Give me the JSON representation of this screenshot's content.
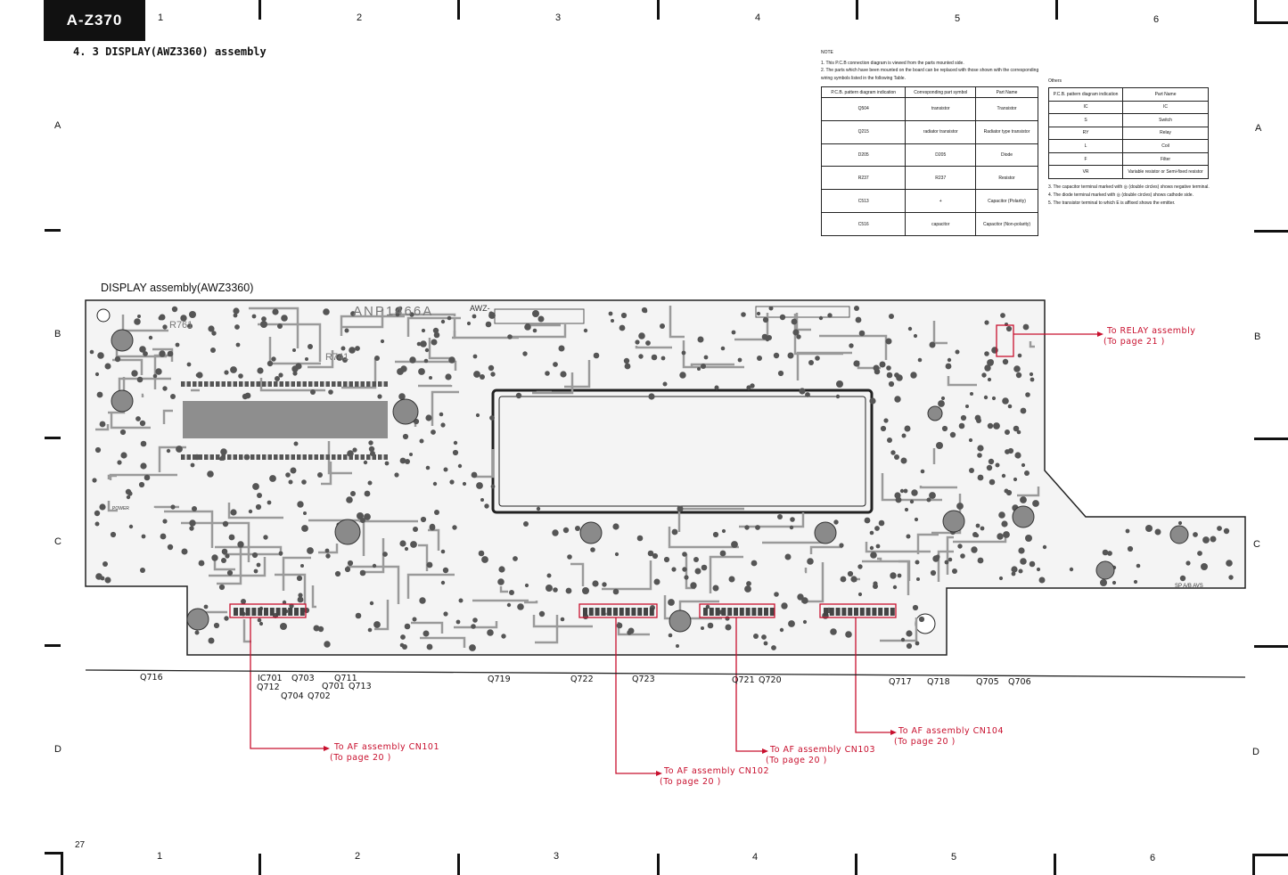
{
  "header": {
    "model": "A-Z370",
    "section_title": "4. 3  DISPLAY(AWZ3360) assembly"
  },
  "grid": {
    "columns": [
      "1",
      "2",
      "3",
      "4",
      "5",
      "6"
    ],
    "rows_left": [
      "A",
      "B",
      "C",
      "D"
    ],
    "rows_right": [
      "A",
      "B",
      "C",
      "D"
    ]
  },
  "note": {
    "heading": "NOTE",
    "items": [
      "1.  This P.C.B connection diagram is viewed from the parts mounted side.",
      "2.  The parts which have been mounted on the board can be replaced with those shown with the corresponding wiring symbols listed in the following Table."
    ],
    "table": {
      "headers": [
        "P.C.B. pattern diagram indication",
        "Corresponding part symbol",
        "Part Name"
      ],
      "rows": [
        {
          "indication": "Q504",
          "symbol": "transistor",
          "part": "Transistor"
        },
        {
          "indication": "Q215",
          "symbol": "radiator transistor",
          "part": "Radiator type transistor"
        },
        {
          "indication": "D205",
          "symbol": "D205",
          "part": "Diode"
        },
        {
          "indication": "R237",
          "symbol": "R237",
          "part": "Resistor"
        },
        {
          "indication": "C513",
          "symbol": "+",
          "part": "Capacitor (Polarity)"
        },
        {
          "indication": "C516",
          "symbol": "capacitor",
          "part": "Capacitor (Non-polarity)"
        }
      ]
    }
  },
  "others": {
    "heading": "Others",
    "headers": [
      "P.C.B. pattern diagram indication",
      "Part Name"
    ],
    "rows": [
      [
        "IC",
        "IC"
      ],
      [
        "S",
        "Switch"
      ],
      [
        "RY",
        "Relay"
      ],
      [
        "L",
        "Coil"
      ],
      [
        "F",
        "Filter"
      ],
      [
        "VR",
        "Variable resistor or Semi-fixed resistor"
      ]
    ],
    "notes": [
      "3.  The capacitor terminal marked with ◎ (double circles) shows negative terminal.",
      "4.  The diode terminal marked with ◎ (double circles) shows cathode side.",
      "5.  The transistor terminal to which E is affixed shows the emitter."
    ]
  },
  "board": {
    "subtitle": "DISPLAY assembly(AWZ3360)",
    "pcb_code": "ANP1466A",
    "pcb_prefix": "AWZ-",
    "r761": "R761",
    "r741": "R741",
    "power": "POWER",
    "part_code": "SP A/B AVS",
    "trace_color": "#9a9a9a",
    "pad_color": "#555555",
    "accent": "#c8102e"
  },
  "transistor_labels": {
    "q716": "Q716",
    "ic701": "IC701",
    "q703": "Q703",
    "q711": "Q711",
    "q712": "Q712",
    "q701": "Q701",
    "q713": "Q713",
    "q704": "Q704",
    "q702": "Q702",
    "q719": "Q719",
    "q722": "Q722",
    "q723": "Q723",
    "q721": "Q721",
    "q720": "Q720",
    "q717": "Q717",
    "q718": "Q718",
    "q705": "Q705",
    "q706": "Q706"
  },
  "connections": {
    "relay": {
      "line1": "To  RELAY  assembly",
      "line2": "(To  page  21 )"
    },
    "cn101": {
      "line1": "To  AF  assembly  CN101",
      "line2": "(To  page  20 )"
    },
    "cn102": {
      "line1": "To  AF  assembly  CN102",
      "line2": "(To  page  20 )"
    },
    "cn103": {
      "line1": "To  AF  assembly   CN103",
      "line2": "(To  page  20 )"
    },
    "cn104": {
      "line1": "To  AF  assembly  CN104",
      "line2": "(To  page  20 )"
    }
  },
  "page_number": "27"
}
